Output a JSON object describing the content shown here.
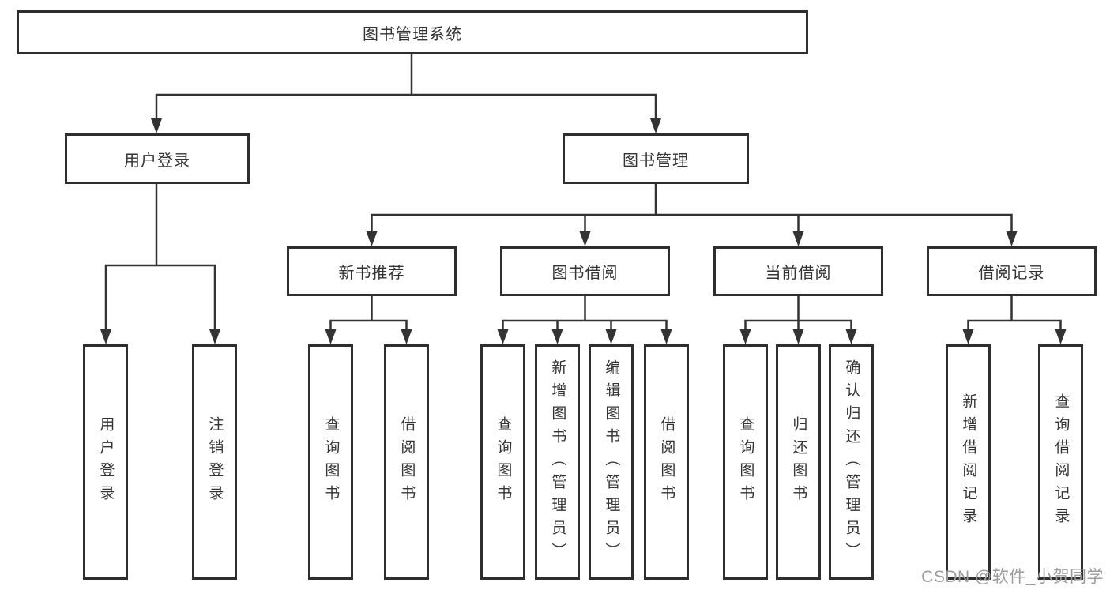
{
  "diagram": {
    "root": {
      "label": "图书管理系统"
    },
    "level2": [
      {
        "label": "用户登录"
      },
      {
        "label": "图书管理"
      }
    ],
    "level3": [
      {
        "label": "新书推荐"
      },
      {
        "label": "图书借阅"
      },
      {
        "label": "当前借阅"
      },
      {
        "label": "借阅记录"
      }
    ],
    "leaves": [
      {
        "parent": "用户登录",
        "label": "用户登录"
      },
      {
        "parent": "用户登录",
        "label": "注销登录"
      },
      {
        "parent": "新书推荐",
        "label": "查询图书"
      },
      {
        "parent": "新书推荐",
        "label": "借阅图书"
      },
      {
        "parent": "图书借阅",
        "label": "查询图书"
      },
      {
        "parent": "图书借阅",
        "label": "新增图书（管理员）"
      },
      {
        "parent": "图书借阅",
        "label": "编辑图书（管理员）"
      },
      {
        "parent": "图书借阅",
        "label": "借阅图书"
      },
      {
        "parent": "当前借阅",
        "label": "查询图书"
      },
      {
        "parent": "当前借阅",
        "label": "归还图书"
      },
      {
        "parent": "当前借阅",
        "label": "确认归还（管理员）"
      },
      {
        "parent": "借阅记录",
        "label": "新增借阅记录"
      },
      {
        "parent": "借阅记录",
        "label": "查询借阅记录"
      }
    ],
    "watermark": "CSDN @软件_小贺同学",
    "colors": {
      "line": "#333333",
      "border": "#2e2e2e",
      "text": "#333333",
      "watermark": "#9c9c9c",
      "background": "#ffffff"
    }
  }
}
